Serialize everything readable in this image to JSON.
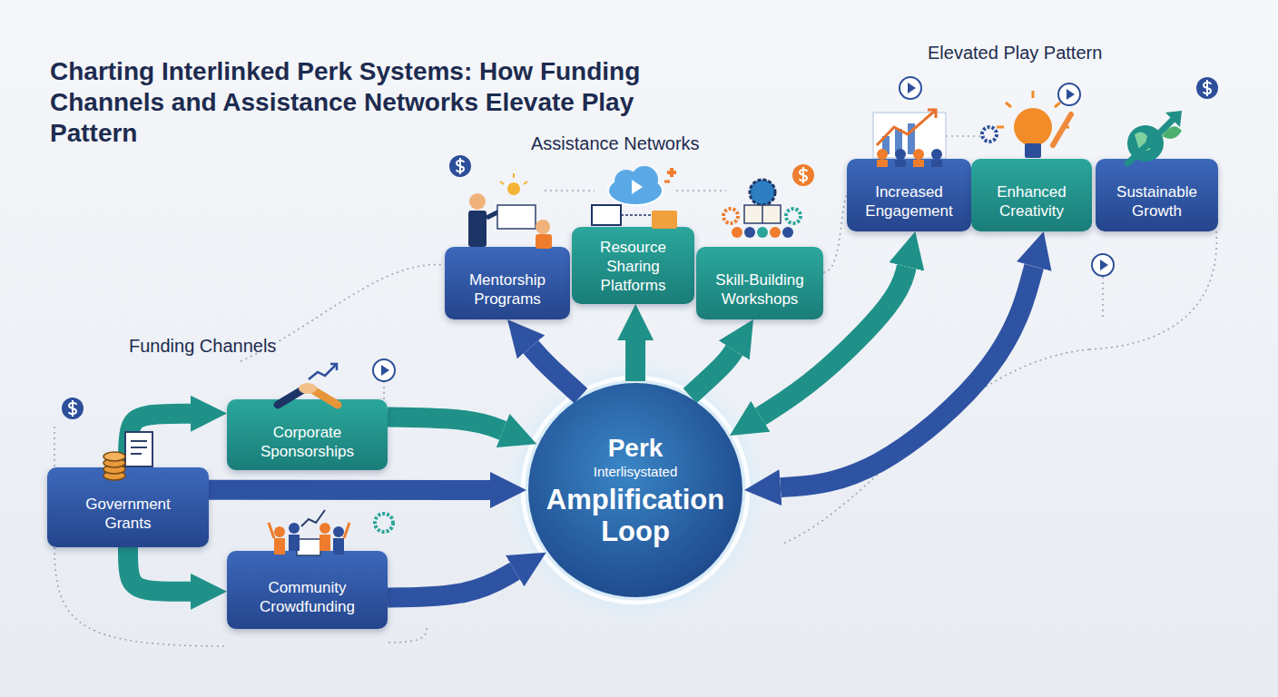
{
  "diagram": {
    "title": "Charting Interlinked Perk Systems: How Funding Channels and Assistance Networks Elevate Play Pattern",
    "nodes": [
      {
        "text": [
          "Government Grants"
        ]
      },
      {
        "text": [
          "Corporate Sponsorships"
        ]
      },
      {
        "text": [
          "Community Crowdfunding"
        ]
      },
      {
        "text": [
          "Mentorship Programs"
        ]
      },
      {
        "text": [
          "Resource Sharing Platforms"
        ]
      },
      {
        "text": [
          "Skill-Building Workshops"
        ]
      },
      {
        "text": [
          "Perk",
          "Interlisystated",
          "Amplification Loop"
        ]
      },
      {
        "text": [
          "Increased Engagement"
        ]
      },
      {
        "text": [
          "Enhanced Creativity"
        ]
      },
      {
        "text": [
          "Sustainable Growth"
        ]
      }
    ],
    "edges": [
      {
        "from": 0,
        "to": 1,
        "arrow": "to"
      },
      {
        "from": 0,
        "to": 2,
        "arrow": "to"
      },
      {
        "from": 1,
        "to": 6,
        "arrow": "to"
      },
      {
        "from": 0,
        "to": 6,
        "arrow": "to"
      },
      {
        "from": 2,
        "to": 6,
        "arrow": "to"
      },
      {
        "from": 6,
        "to": 3,
        "arrow": "to"
      },
      {
        "from": 6,
        "to": 4,
        "arrow": "to"
      },
      {
        "from": 6,
        "to": 5,
        "arrow": "to"
      },
      {
        "from": 6,
        "to": 7,
        "arrow": "both"
      },
      {
        "from": 6,
        "to": 8,
        "arrow": "both"
      }
    ],
    "labels": [
      "Funding Channels",
      "Assistance Networks",
      "Elevated Play Pattern"
    ]
  }
}
